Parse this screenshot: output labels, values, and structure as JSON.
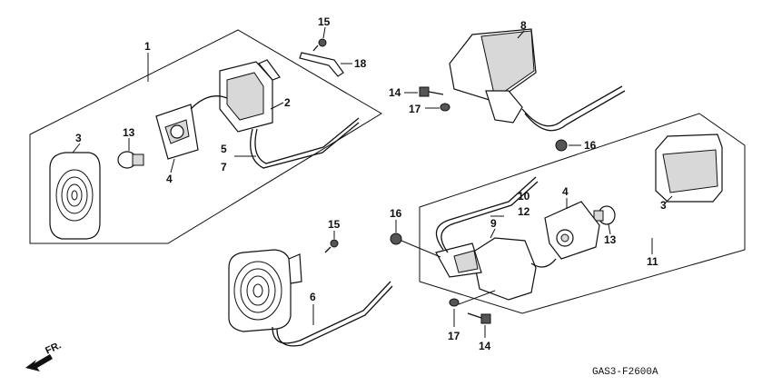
{
  "labels": {
    "l1": "1",
    "l2": "2",
    "l3a": "3",
    "l13a": "13",
    "l4a": "4",
    "l5": "5",
    "l7": "7",
    "l15a": "15",
    "l18": "18",
    "l8": "8",
    "l14a": "14",
    "l17a": "17",
    "l16a": "16",
    "l3b": "3",
    "l4b": "4",
    "l10": "10",
    "l12": "12",
    "l16b": "16",
    "l9": "9",
    "l13b": "13",
    "l11": "11",
    "l15b": "15",
    "l6": "6",
    "l17b": "17",
    "l14b": "14"
  },
  "front_label": "FR.",
  "diagram_code": "GAS3-F2600A"
}
